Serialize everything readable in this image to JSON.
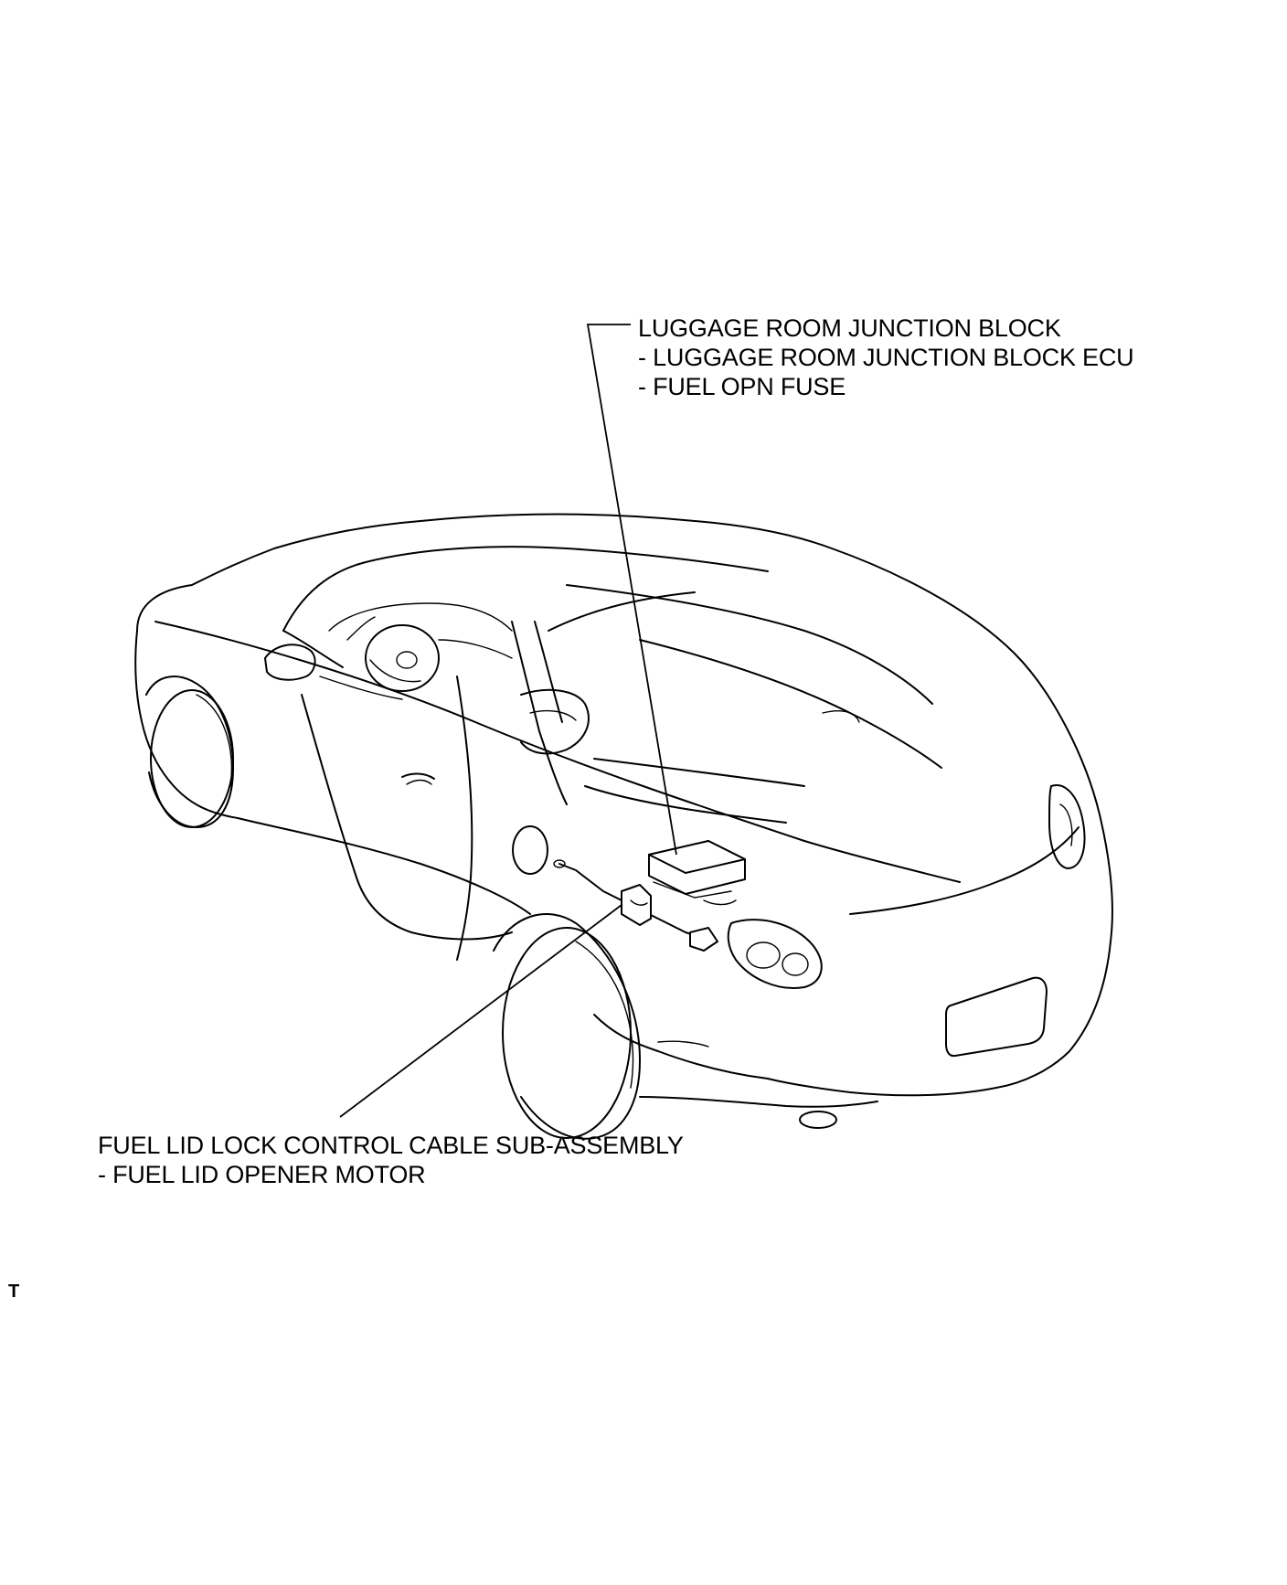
{
  "callouts": {
    "luggage_room": {
      "lines": [
        "LUGGAGE ROOM JUNCTION BLOCK",
        "- LUGGAGE ROOM JUNCTION BLOCK ECU",
        "- FUEL OPN FUSE"
      ]
    },
    "fuel_lid": {
      "lines": [
        "FUEL LID LOCK CONTROL CABLE SUB-ASSEMBLY",
        "- FUEL LID OPENER MOTOR"
      ]
    }
  },
  "corner_mark": "T"
}
